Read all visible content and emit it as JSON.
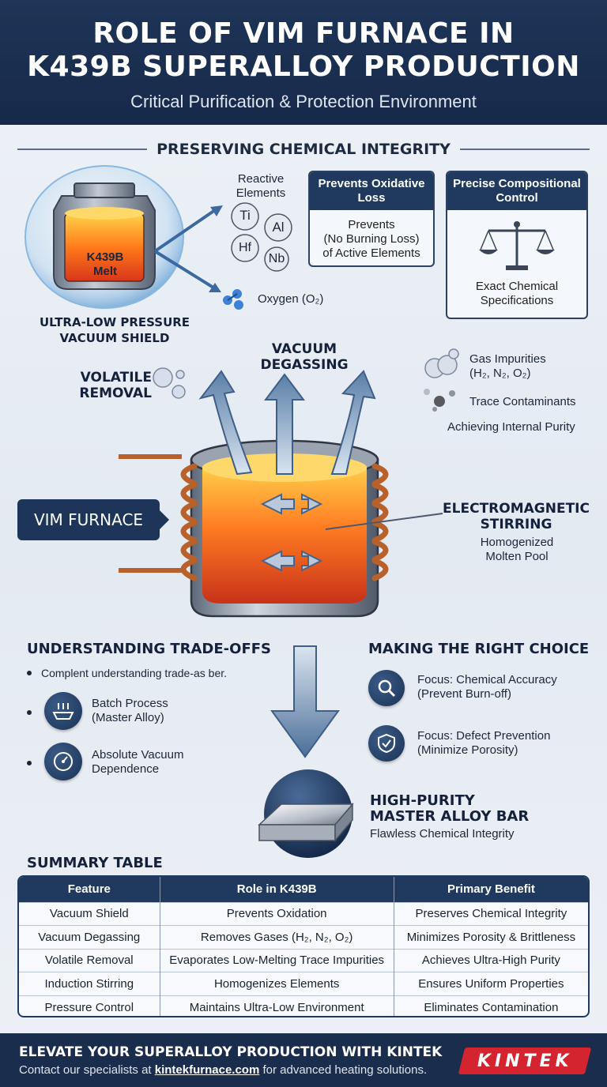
{
  "header": {
    "title_line1": "ROLE OF VIM FURNACE IN",
    "title_line2": "K439B SUPERALLOY PRODUCTION",
    "subtitle": "Critical Purification & Protection Environment"
  },
  "section_integrity": {
    "heading": "PRESERVING CHEMICAL INTEGRITY",
    "crucible_label_line1": "K439B",
    "crucible_label_line2": "Melt",
    "shield_line1": "ULTRA-LOW PRESSURE",
    "shield_line2": "VACUUM SHIELD",
    "reactive_line1": "Reactive",
    "reactive_line2": "Elements",
    "elements": [
      "Ti",
      "Al",
      "Hf",
      "Nb"
    ],
    "oxygen_label": "Oxygen (O₂)",
    "box_oxidative": {
      "title_line1": "Prevents Oxidative",
      "title_line2": "Loss",
      "body_line1": "Prevents",
      "body_line2": "(No Burning Loss)",
      "body_line3": "of Active Elements"
    },
    "box_compositional": {
      "title_line1": "Precise Compositional",
      "title_line2": "Control",
      "body_line1": "Exact Chemical",
      "body_line2": "Specifications"
    }
  },
  "furnace": {
    "volatile_line1": "VOLATILE",
    "volatile_line2": "REMOVAL",
    "degassing_line1": "VACUUM",
    "degassing_line2": "DEGASSING",
    "gas_line1": "Gas Impurities",
    "gas_line2": "(H₂, N₂, O₂)",
    "trace": "Trace Contaminants",
    "purity": "Achieving Internal Purity",
    "vim_tag": "VIM FURNACE",
    "stirring_line1": "ELECTROMAGNETIC",
    "stirring_line2": "STIRRING",
    "pool_line1": "Homogenized",
    "pool_line2": "Molten Pool"
  },
  "tradeoffs": {
    "heading": "UNDERSTANDING TRADE-OFFS",
    "intro": "Complent understanding trade-as ber.",
    "item1_line1": "Batch Process",
    "item1_line2": "(Master Alloy)",
    "item2_line1": "Absolute Vacuum",
    "item2_line2": "Dependence"
  },
  "choice": {
    "heading": "MAKING THE RIGHT CHOICE",
    "item1_line1": "Focus: Chemical Accuracy",
    "item1_line2": "(Prevent Burn-off)",
    "item2_line1": "Focus: Defect Prevention",
    "item2_line2": "(Minimize Porosity)"
  },
  "output": {
    "title_line1": "HIGH-PURITY",
    "title_line2": "MASTER ALLOY BAR",
    "subtitle": "Flawless Chemical Integrity"
  },
  "summary": {
    "heading": "SUMMARY TABLE",
    "columns": [
      "Feature",
      "Role in K439B",
      "Primary Benefit"
    ],
    "rows": [
      [
        "Vacuum Shield",
        "Prevents Oxidation",
        "Preserves Chemical Integrity"
      ],
      [
        "Vacuum Degassing",
        "Removes Gases (H₂, N₂, O₂)",
        "Minimizes Porosity & Brittleness"
      ],
      [
        "Volatile Removal",
        "Evaporates Low-Melting Trace Impurities",
        "Achieves Ultra-High Purity"
      ],
      [
        "Induction Stirring",
        "Homogenizes Elements",
        "Ensures Uniform Properties"
      ],
      [
        "Pressure Control",
        "Maintains Ultra-Low Environment",
        "Eliminates Contamination"
      ]
    ]
  },
  "footer": {
    "cta": "ELEVATE YOUR SUPERALLOY PRODUCTION WITH KINTEK",
    "contact_prefix": "Contact our specialists at ",
    "contact_link": "kintekfurnace.com",
    "contact_suffix": " for advanced heating solutions.",
    "logo": "KINTEK"
  }
}
